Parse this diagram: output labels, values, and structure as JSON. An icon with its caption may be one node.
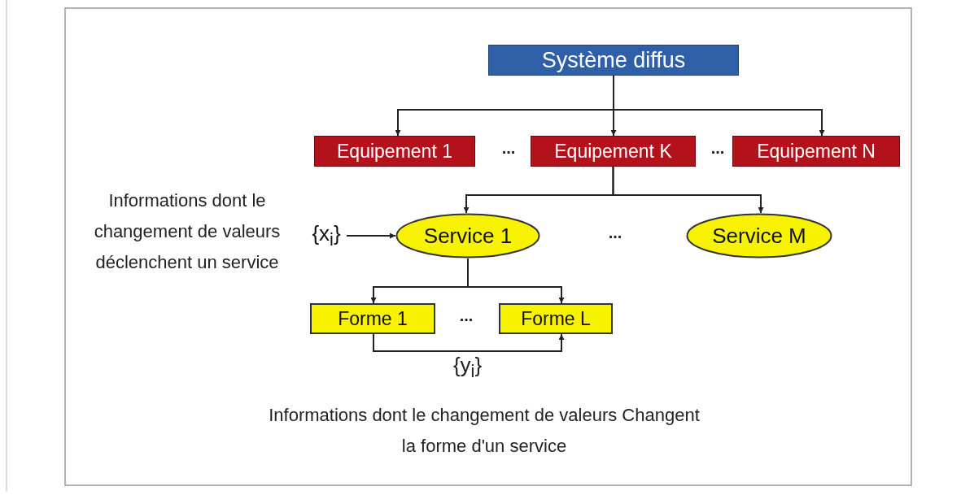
{
  "diagram": {
    "nodes": [
      {
        "text": [
          "Système diffus"
        ]
      },
      {
        "text": [
          "Equipement 1"
        ]
      },
      {
        "text": [
          "Equipement K"
        ]
      },
      {
        "text": [
          "Equipement N"
        ]
      },
      {
        "text": [
          "Service 1"
        ]
      },
      {
        "text": [
          "Service M"
        ]
      },
      {
        "text": [
          "Forme 1"
        ]
      },
      {
        "text": [
          "Forme L"
        ]
      },
      {
        "text": [
          "{x$_{i}$}"
        ]
      }
    ],
    "edges": [
      {
        "from": 0,
        "to": 1,
        "arrow": "to"
      },
      {
        "from": 0,
        "to": 2,
        "arrow": "to"
      },
      {
        "from": 0,
        "to": 3,
        "arrow": "to"
      },
      {
        "from": 2,
        "to": 4,
        "arrow": "to"
      },
      {
        "from": 2,
        "to": 5,
        "arrow": "to"
      },
      {
        "from": 4,
        "to": 6,
        "arrow": "to"
      },
      {
        "from": 4,
        "to": 7,
        "arrow": "to"
      },
      {
        "from": 8,
        "to": 4,
        "arrow": "to"
      },
      {
        "from": 6,
        "to": 7,
        "arrow": "to",
        "label": "{y$_{i}$}"
      }
    ],
    "labels": [
      "...",
      "...",
      "Informations dont le changement de valeurs déclenchent un service",
      "...",
      "...",
      "Informations dont le changement de valeurs Changent la forme d'un service"
    ]
  }
}
